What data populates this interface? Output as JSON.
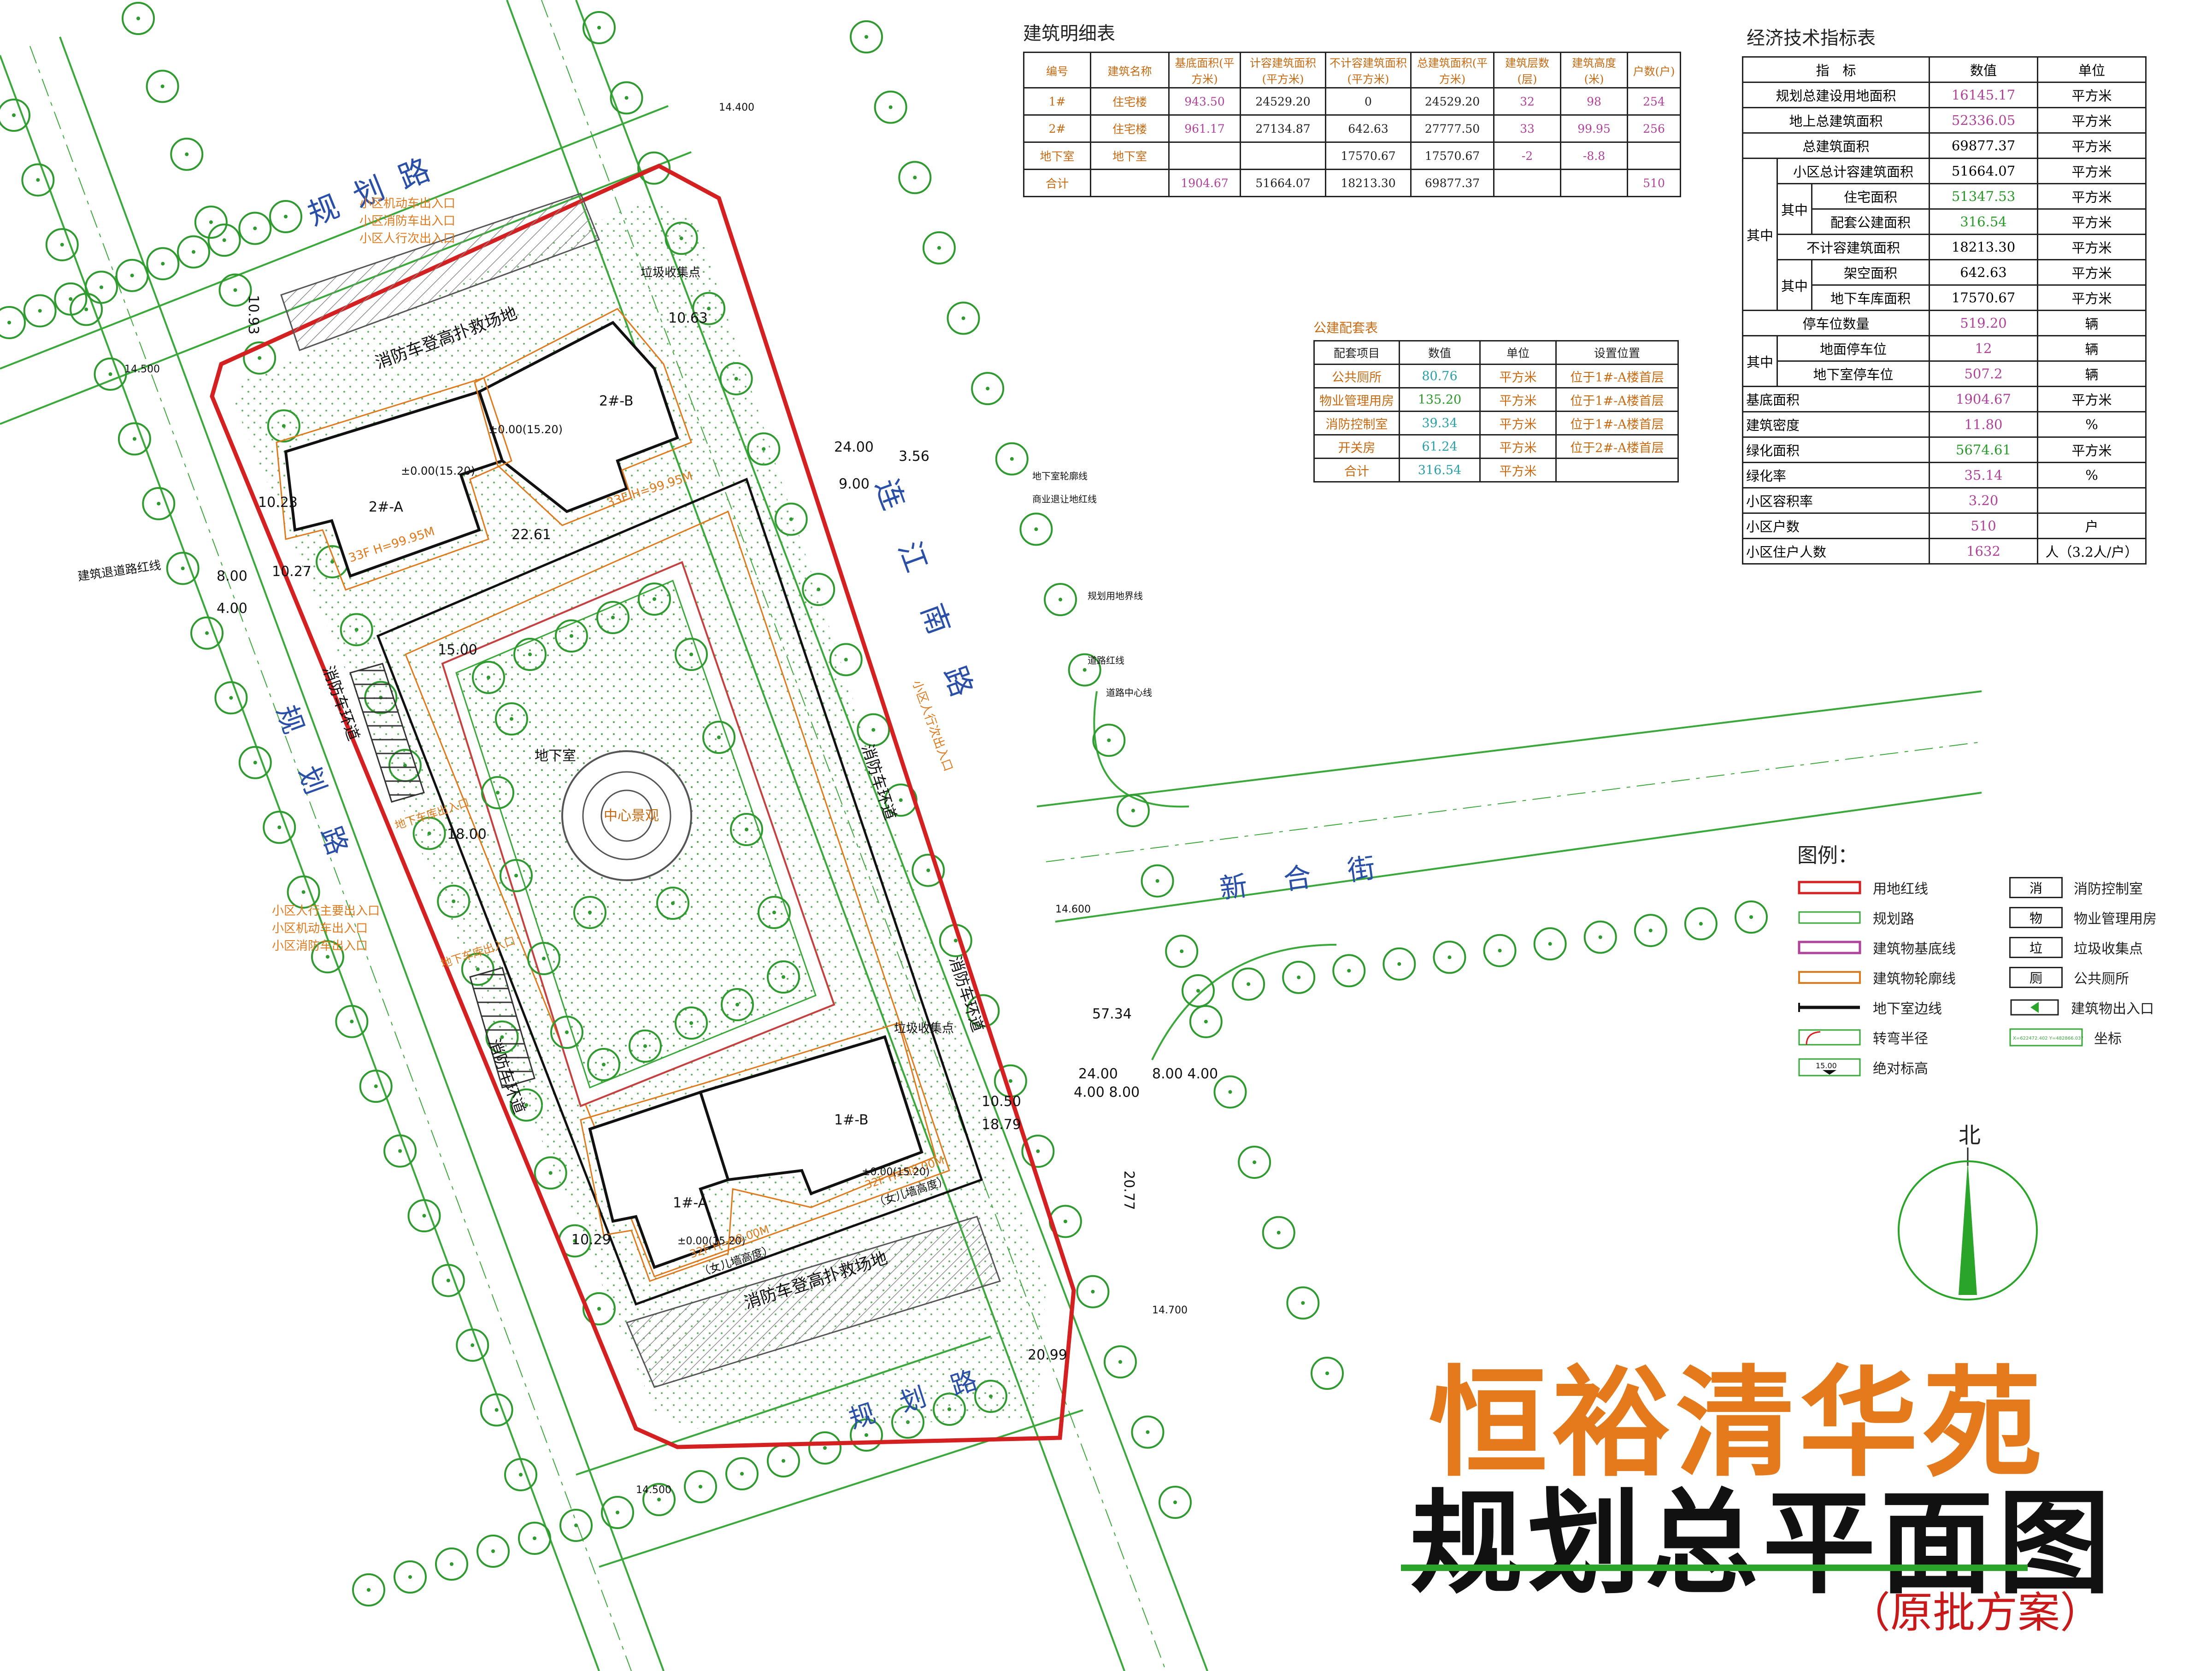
{
  "title": "恒裕清华苑",
  "subtitle": "规划总平面图",
  "note": "（原批方案）",
  "north_label": "北",
  "building_table": {
    "caption": "建筑明细表",
    "headers": [
      "编号",
      "建筑名称",
      "基底面积(平方米)",
      "计容建筑面积(平方米)",
      "不计容建筑面积(平方米)",
      "总建筑面积(平方米)",
      "建筑层数(层)",
      "建筑高度(米)",
      "户数(户)"
    ],
    "rows": [
      [
        "1#",
        "住宅楼",
        "943.50",
        "24529.20",
        "0",
        "24529.20",
        "32",
        "98",
        "254"
      ],
      [
        "2#",
        "住宅楼",
        "961.17",
        "27134.87",
        "642.63",
        "27777.50",
        "33",
        "99.95",
        "256"
      ],
      [
        "地下室",
        "地下室",
        "",
        "",
        "17570.67",
        "17570.67",
        "-2",
        "-8.8",
        ""
      ],
      [
        "合计",
        "",
        "1904.67",
        "51664.07",
        "18213.30",
        "69877.37",
        "",
        "",
        "510"
      ]
    ]
  },
  "facility_table": {
    "caption": "公建配套表",
    "headers": [
      "配套项目",
      "数值",
      "单位",
      "设置位置"
    ],
    "rows": [
      [
        "公共厕所",
        "80.76",
        "平方米",
        "位于1#-A楼首层"
      ],
      [
        "物业管理用房",
        "135.20",
        "平方米",
        "位于1#-A楼首层"
      ],
      [
        "消防控制室",
        "39.34",
        "平方米",
        "位于1#-A楼首层"
      ],
      [
        "开关房",
        "61.24",
        "平方米",
        "位于2#-A楼首层"
      ],
      [
        "合计",
        "316.54",
        "平方米",
        ""
      ]
    ]
  },
  "index_table": {
    "caption": "经济技术指标表",
    "headers": [
      "指　标",
      "数值",
      "单位"
    ],
    "label_qizhong": "其中",
    "row_site_area": [
      "规划总建设用地面积",
      "16145.17",
      "平方米"
    ],
    "row_above_area": [
      "地上总建筑面积",
      "52336.05",
      "平方米"
    ],
    "row_total_area": [
      "总建筑面积",
      "69877.37",
      "平方米"
    ],
    "row_far_area": [
      "小区总计容建筑面积",
      "51664.07",
      "平方米"
    ],
    "row_res_area": [
      "住宅面积",
      "51347.53",
      "平方米"
    ],
    "row_pub_area": [
      "配套公建面积",
      "316.54",
      "平方米"
    ],
    "row_nonfar": [
      "不计容建筑面积",
      "18213.30",
      "平方米"
    ],
    "row_stilt": [
      "架空面积",
      "642.63",
      "平方米"
    ],
    "row_garage": [
      "地下车库面积",
      "17570.67",
      "平方米"
    ],
    "row_parking": [
      "停车位数量",
      "519.20",
      "辆"
    ],
    "row_ground_parking": [
      "地面停车位",
      "12",
      "辆"
    ],
    "row_under_parking": [
      "地下室停车位",
      "507.2",
      "辆"
    ],
    "row_footprint": [
      "基底面积",
      "1904.67",
      "平方米"
    ],
    "row_density": [
      "建筑密度",
      "11.80",
      "%"
    ],
    "row_green_area": [
      "绿化面积",
      "5674.61",
      "平方米"
    ],
    "row_green_rate": [
      "绿化率",
      "35.14",
      "%"
    ],
    "row_far": [
      "小区容积率",
      "3.20",
      ""
    ],
    "row_households": [
      "小区户数",
      "510",
      "户"
    ],
    "row_residents": [
      "小区住户人数",
      "1632",
      "人（3.2人/户）"
    ]
  },
  "legend": {
    "title": "图例：",
    "items": [
      {
        "label": "用地红线"
      },
      {
        "label": "规划路"
      },
      {
        "label": "建筑物基底线"
      },
      {
        "label": "建筑物轮廓线"
      },
      {
        "label": "地下室边线"
      },
      {
        "label": "转弯半径"
      },
      {
        "label": "绝对标高",
        "symbol_text": "15.00"
      },
      {
        "label": "消防控制室",
        "box": "消"
      },
      {
        "label": "物业管理用房",
        "box": "物"
      },
      {
        "label": "垃圾收集点",
        "box": "垃"
      },
      {
        "label": "公共厕所",
        "box": "厕"
      },
      {
        "label": "建筑物出入口"
      },
      {
        "label": "坐标",
        "symbol_text": "X=622472.402 Y=482866.037"
      }
    ]
  },
  "plan": {
    "road_north": "规划路",
    "road_south": "规划路",
    "road_west": "规划路",
    "road_east": "连江南路",
    "road_xinhe": "新合街",
    "fire_lane": "消防车环道",
    "rescue_site_north": "消防车登高扑救场地",
    "rescue_site_south": "消防车登高扑救场地",
    "central_garden": "中心景观",
    "basement": "地下室",
    "building_2a": "2#-A\n住宅",
    "building_2b": "2#-B\n住宅",
    "building_1a": "1#-A\n住宅",
    "building_1b": "1#-B\n住宅",
    "height_2a": "33F H=99.95M",
    "height_2b": "33F H=99.95M",
    "height_1a": "32F H=98.00M",
    "height_1a_note": "（女儿墙高度）",
    "height_1b": "32F H=98.00M",
    "height_1b_note": "（女儿墙高度）",
    "elev_2a": "±0.00(15.20)",
    "elev_2b": "±0.00(15.20)",
    "elev_1a": "±0.00(15.20)",
    "elev_1b": "±0.00(15.20)",
    "entrance_north_1": "小区机动车出入口",
    "entrance_north_2": "小区消防车出入口",
    "entrance_north_3": "小区人行次出入口",
    "entrance_west_1": "小区人行主要出入口",
    "entrance_west_2": "小区机动车出入口",
    "entrance_west_3": "小区消防车出入口",
    "entrance_east": "小区人行次出入口",
    "garbage_north": "垃圾收集点",
    "garbage_south": "垃圾收集点",
    "parking_west_1": "地下车库出入口",
    "parking_west_2": "地下车库出入口",
    "annotation_setback": "建筑退道路红线",
    "annotation_basement_line": "地下室轮廓线",
    "annotation_commercial": "商业退让地红线",
    "annotation_planline": "规划用地界线",
    "annotation_roadline": "道路红线",
    "annotation_centerline": "道路中心线",
    "dim_2400a": "24.00",
    "dim_900a": "9.00",
    "dim_356": "3.56",
    "dim_2400b": "24.00",
    "dim_4008": "4.00 8.00",
    "dim_800400": "8.00 4.00",
    "dim_5734": "57.34",
    "dim_2077": "20.77",
    "dim_2099": "20.99",
    "dim_1050": "10.50",
    "dim_1879": "18.79",
    "dim_1093": "10.93",
    "dim_1063": "10.63",
    "dim_1027": "10.27",
    "dim_1023": "10.23",
    "dim_800b": "8.00",
    "dim_400b": "4.00",
    "dim_1029": "10.29",
    "dim_2261": "22.61",
    "dim_1500": "15.00",
    "dim_1800": "18.00",
    "elev_14400": "14.400",
    "elev_14500a": "14.500",
    "elev_14500b": "14.500",
    "elev_14600": "14.600",
    "elev_14700": "14.700"
  },
  "colors": {
    "redline": "#d42020",
    "road": "#3aa83a",
    "tree": "#2f9a2f",
    "building_outline": "#e07a1d",
    "basement_line": "#111111",
    "title_orange": "#e57a1d",
    "underline_green": "#2aa52a"
  }
}
